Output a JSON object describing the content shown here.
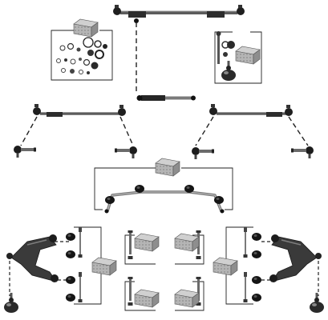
{
  "diagram": {
    "kind": "exploded-parts-kit",
    "colors": {
      "background": "#ffffff",
      "metal_dark": "#2b2b2b",
      "metal_mid": "#6e6e6e",
      "metal_light": "#bdbdbd",
      "rubber": "#111111",
      "box_face": "#b9b9b9",
      "box_dots": "#6a6a6a",
      "leader_line": "#222222"
    },
    "parts": [
      {
        "id": "steering-center-tie-rod",
        "icon": "tie-rod-icon"
      },
      {
        "id": "steering-damper",
        "icon": "damper-icon"
      },
      {
        "id": "left-outer-tie-rod",
        "icon": "tie-rod-icon"
      },
      {
        "id": "right-outer-tie-rod",
        "icon": "tie-rod-icon"
      },
      {
        "id": "stabilizer-bar",
        "icon": "stabilizer-bar-icon"
      },
      {
        "id": "left-lower-control-arm",
        "icon": "control-arm-icon"
      },
      {
        "id": "right-lower-control-arm",
        "icon": "control-arm-icon"
      },
      {
        "id": "left-ball-joint",
        "icon": "ball-joint-icon"
      },
      {
        "id": "right-ball-joint",
        "icon": "ball-joint-icon"
      },
      {
        "id": "repair-kits",
        "icon": "kit-box-icon"
      },
      {
        "id": "bushings",
        "icon": "bushing-icon"
      }
    ]
  }
}
